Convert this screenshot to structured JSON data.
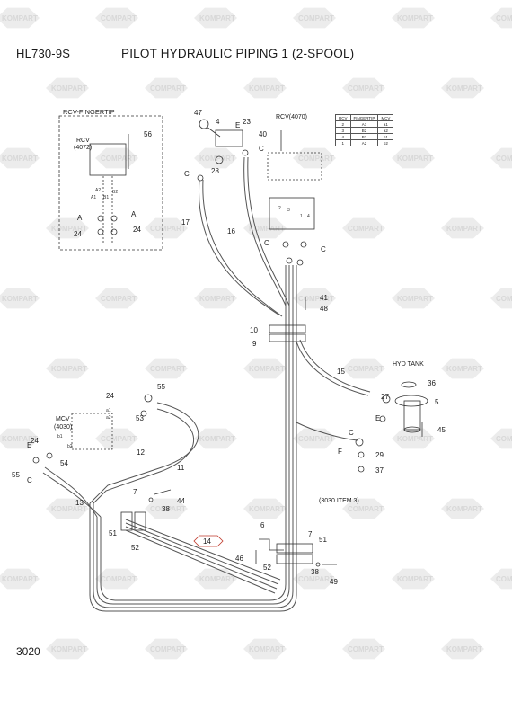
{
  "header": {
    "model": "HL730-9S",
    "title": "PILOT HYDRAULIC PIPING 1 (2-SPOOL)"
  },
  "page_number": "3020",
  "watermarks": [
    "KOMPART",
    "COMPART"
  ],
  "labels": {
    "rcv_fingertip": "RCV-FINGERTIP",
    "rcv_4072": [
      "RCV",
      "(4072)"
    ],
    "rcv_4070": "RCV(4070)",
    "mcv_4030": [
      "MCV",
      "(4030)"
    ],
    "hyd_tank": "HYD TANK",
    "ref_3030": "(3030 ITEM 3)"
  },
  "cross_table": {
    "headers": [
      "RCV",
      "FINGERTIP",
      "MCV"
    ],
    "rows": [
      [
        "2",
        "A1",
        "a1"
      ],
      [
        "3",
        "B2",
        "a2"
      ],
      [
        "4",
        "B1",
        "b1"
      ],
      [
        "1",
        "A2",
        "b2"
      ]
    ]
  },
  "callouts": {
    "c47": "47",
    "c4": "4",
    "cE1": "E",
    "c23": "23",
    "c28": "28",
    "cC1": "C",
    "cC2": "C",
    "c40": "40",
    "c56": "56",
    "c17": "17",
    "c16": "16",
    "cA1": "A",
    "cA2": "A",
    "c24a": "24",
    "c24b": "24",
    "cC3": "C",
    "cC4": "C",
    "c41": "41",
    "c48": "48",
    "c10": "10",
    "c9": "9",
    "c15": "15",
    "c36": "36",
    "c27": "27",
    "c5": "5",
    "cE2": "E",
    "c45": "45",
    "cC5": "C",
    "cF": "F",
    "c29": "29",
    "c37": "37",
    "c55a": "55",
    "c24c": "24",
    "c53": "53",
    "c24d": "24",
    "c54": "54",
    "c55b": "55",
    "cC6": "C",
    "cE3": "E",
    "c12": "12",
    "c11": "11",
    "c13": "13",
    "c7a": "7",
    "c44": "44",
    "c38a": "38",
    "c51a": "51",
    "c52a": "52",
    "c14": "14",
    "c6": "6",
    "c7b": "7",
    "c51b": "51",
    "c46": "46",
    "c52b": "52",
    "c38b": "38",
    "c49": "49",
    "sA1": "A1",
    "sA2": "A2",
    "sB1": "B1",
    "sB2": "B2",
    "sa1": "a1",
    "sa2": "a2",
    "sb1": "b1",
    "sb2": "b2",
    "p1": "1",
    "p2": "2",
    "p3": "3",
    "p4": "4"
  }
}
